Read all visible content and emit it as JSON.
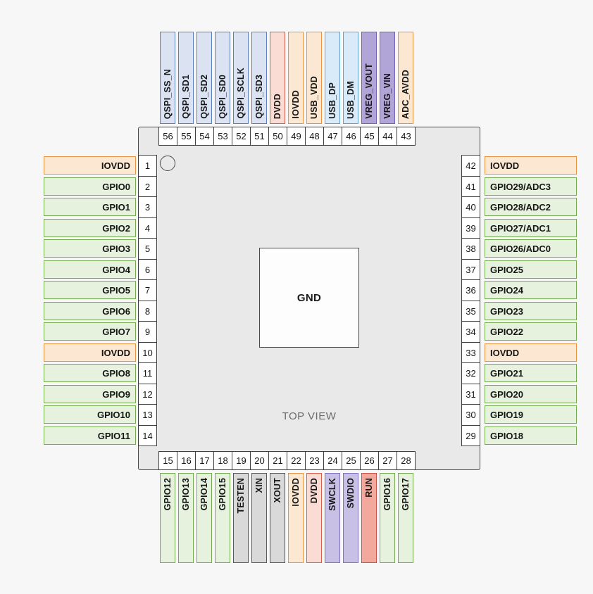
{
  "diagram": {
    "view_label": "TOP VIEW",
    "center_pad_label": "GND"
  },
  "colors": {
    "background": "#f7f7f7",
    "chip_fill": "#e9e9e9",
    "chip_border": "#4a4a4a",
    "number_fill": "#ffffff",
    "number_border": "#3f3f3f",
    "text": "#161616"
  },
  "pin_types": {
    "gpio": {
      "bg": "#e6f2dd",
      "border": "#74aa50"
    },
    "iovdd": {
      "bg": "#fce8d2",
      "border": "#e99342"
    },
    "qspi": {
      "bg": "#dbe3f3",
      "border": "#5d7dc1"
    },
    "dvdd": {
      "bg": "#fadcd4",
      "border": "#d9604c"
    },
    "usb": {
      "bg": "#d9eaf8",
      "border": "#64a0d2"
    },
    "vreg": {
      "bg": "#b1a4d7",
      "border": "#7463b4"
    },
    "test": {
      "bg": "#d9d9d9",
      "border": "#595959"
    },
    "swd": {
      "bg": "#c9c0e5",
      "border": "#8173c0"
    },
    "run": {
      "bg": "#f2a89d",
      "border": "#ca5349"
    }
  },
  "pins": {
    "top": [
      {
        "num": "56",
        "label": "QSPI_SS_N",
        "type": "qspi"
      },
      {
        "num": "55",
        "label": "QSPI_SD1",
        "type": "qspi"
      },
      {
        "num": "54",
        "label": "QSPI_SD2",
        "type": "qspi"
      },
      {
        "num": "53",
        "label": "QSPI_SD0",
        "type": "qspi"
      },
      {
        "num": "52",
        "label": "QSPI_SCLK",
        "type": "qspi"
      },
      {
        "num": "51",
        "label": "QSPI_SD3",
        "type": "qspi"
      },
      {
        "num": "50",
        "label": "DVDD",
        "type": "dvdd"
      },
      {
        "num": "49",
        "label": "IOVDD",
        "type": "iovdd"
      },
      {
        "num": "48",
        "label": "USB_VDD",
        "type": "iovdd"
      },
      {
        "num": "47",
        "label": "USB_DP",
        "type": "usb"
      },
      {
        "num": "46",
        "label": "USB_DM",
        "type": "usb"
      },
      {
        "num": "45",
        "label": "VREG_VOUT",
        "type": "vreg"
      },
      {
        "num": "44",
        "label": "VREG_VIN",
        "type": "vreg"
      },
      {
        "num": "43",
        "label": "ADC_AVDD",
        "type": "iovdd"
      }
    ],
    "left": [
      {
        "num": "1",
        "label": "IOVDD",
        "type": "iovdd"
      },
      {
        "num": "2",
        "label": "GPIO0",
        "type": "gpio"
      },
      {
        "num": "3",
        "label": "GPIO1",
        "type": "gpio"
      },
      {
        "num": "4",
        "label": "GPIO2",
        "type": "gpio"
      },
      {
        "num": "5",
        "label": "GPIO3",
        "type": "gpio"
      },
      {
        "num": "6",
        "label": "GPIO4",
        "type": "gpio"
      },
      {
        "num": "7",
        "label": "GPIO5",
        "type": "gpio"
      },
      {
        "num": "8",
        "label": "GPIO6",
        "type": "gpio"
      },
      {
        "num": "9",
        "label": "GPIO7",
        "type": "gpio"
      },
      {
        "num": "10",
        "label": "IOVDD",
        "type": "iovdd"
      },
      {
        "num": "11",
        "label": "GPIO8",
        "type": "gpio"
      },
      {
        "num": "12",
        "label": "GPIO9",
        "type": "gpio"
      },
      {
        "num": "13",
        "label": "GPIO10",
        "type": "gpio"
      },
      {
        "num": "14",
        "label": "GPIO11",
        "type": "gpio"
      }
    ],
    "right": [
      {
        "num": "42",
        "label": "IOVDD",
        "type": "iovdd"
      },
      {
        "num": "41",
        "label": "GPIO29/ADC3",
        "type": "gpio"
      },
      {
        "num": "40",
        "label": "GPIO28/ADC2",
        "type": "gpio"
      },
      {
        "num": "39",
        "label": "GPIO27/ADC1",
        "type": "gpio"
      },
      {
        "num": "38",
        "label": "GPIO26/ADC0",
        "type": "gpio"
      },
      {
        "num": "37",
        "label": "GPIO25",
        "type": "gpio"
      },
      {
        "num": "36",
        "label": "GPIO24",
        "type": "gpio"
      },
      {
        "num": "35",
        "label": "GPIO23",
        "type": "gpio"
      },
      {
        "num": "34",
        "label": "GPIO22",
        "type": "gpio"
      },
      {
        "num": "33",
        "label": "IOVDD",
        "type": "iovdd"
      },
      {
        "num": "32",
        "label": "GPIO21",
        "type": "gpio"
      },
      {
        "num": "31",
        "label": "GPIO20",
        "type": "gpio"
      },
      {
        "num": "30",
        "label": "GPIO19",
        "type": "gpio"
      },
      {
        "num": "29",
        "label": "GPIO18",
        "type": "gpio"
      }
    ],
    "bottom": [
      {
        "num": "15",
        "label": "GPIO12",
        "type": "gpio"
      },
      {
        "num": "16",
        "label": "GPIO13",
        "type": "gpio"
      },
      {
        "num": "17",
        "label": "GPIO14",
        "type": "gpio"
      },
      {
        "num": "18",
        "label": "GPIO15",
        "type": "gpio"
      },
      {
        "num": "19",
        "label": "TESTEN",
        "type": "test"
      },
      {
        "num": "20",
        "label": "XIN",
        "type": "test"
      },
      {
        "num": "21",
        "label": "XOUT",
        "type": "test"
      },
      {
        "num": "22",
        "label": "IOVDD",
        "type": "iovdd"
      },
      {
        "num": "23",
        "label": "DVDD",
        "type": "dvdd"
      },
      {
        "num": "24",
        "label": "SWCLK",
        "type": "swd"
      },
      {
        "num": "25",
        "label": "SWDIO",
        "type": "swd"
      },
      {
        "num": "26",
        "label": "RUN",
        "type": "run"
      },
      {
        "num": "27",
        "label": "GPIO16",
        "type": "gpio"
      },
      {
        "num": "28",
        "label": "GPIO17",
        "type": "gpio"
      }
    ]
  }
}
